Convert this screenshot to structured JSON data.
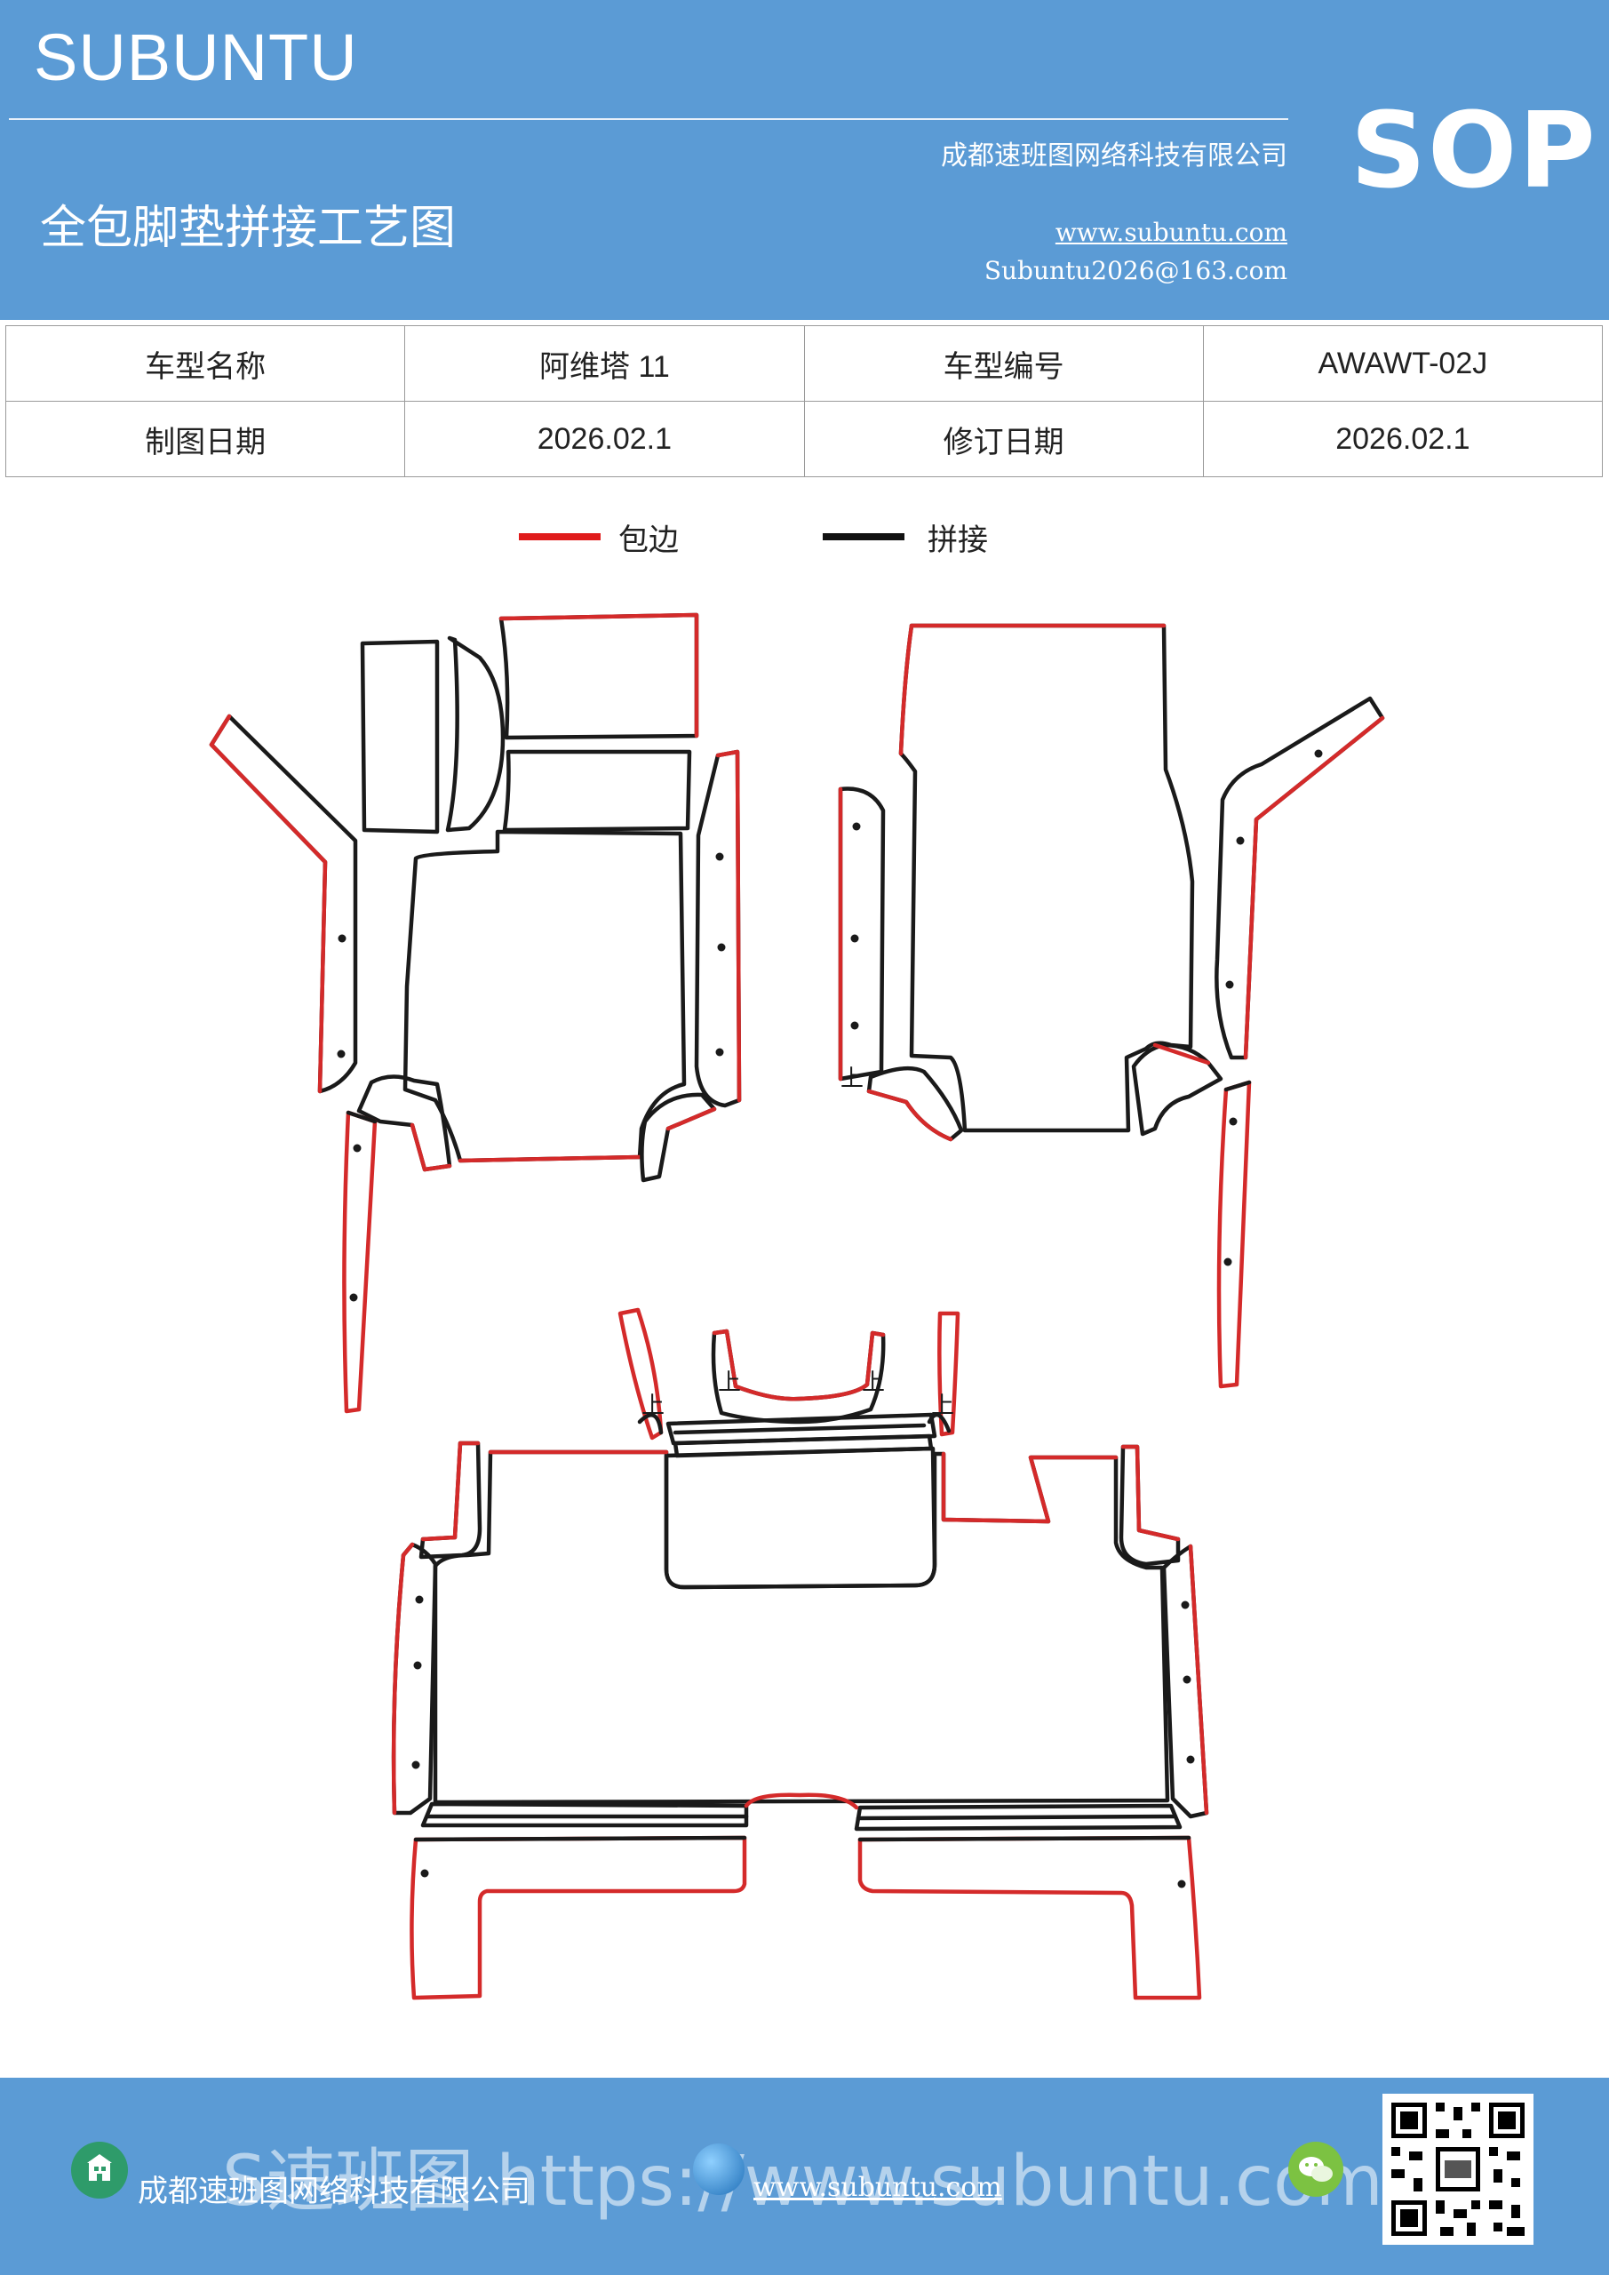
{
  "header": {
    "brand": "SUBUNTU",
    "title": "全包脚垫拼接工艺图",
    "company": "成都速班图网络科技有限公司",
    "website": "www.subuntu.com",
    "email": "Subuntu2026@163.com",
    "badge": "SOP"
  },
  "info": {
    "model_name_label": "车型名称",
    "model_name_value": "阿维塔 11",
    "model_code_label": "车型编号",
    "model_code_value": "AWAWT-02J",
    "draw_date_label": "制图日期",
    "draw_date_value": "2026.02.1",
    "revise_date_label": "修订日期",
    "revise_date_value": "2026.02.1"
  },
  "legend": {
    "items": [
      {
        "label": "包边",
        "color": "#e01b1b"
      },
      {
        "label": "拼接",
        "color": "#111111"
      }
    ]
  },
  "diagram": {
    "up_label": "上",
    "edge_color": "#d42a2a",
    "seam_color": "#1a1a1a"
  },
  "footer": {
    "company": "成都速班图网络科技有限公司",
    "website": "www.subuntu.com",
    "watermark": "S速班图 https://www.subuntu.com"
  },
  "colors": {
    "brand_blue": "#5b9bd5"
  }
}
